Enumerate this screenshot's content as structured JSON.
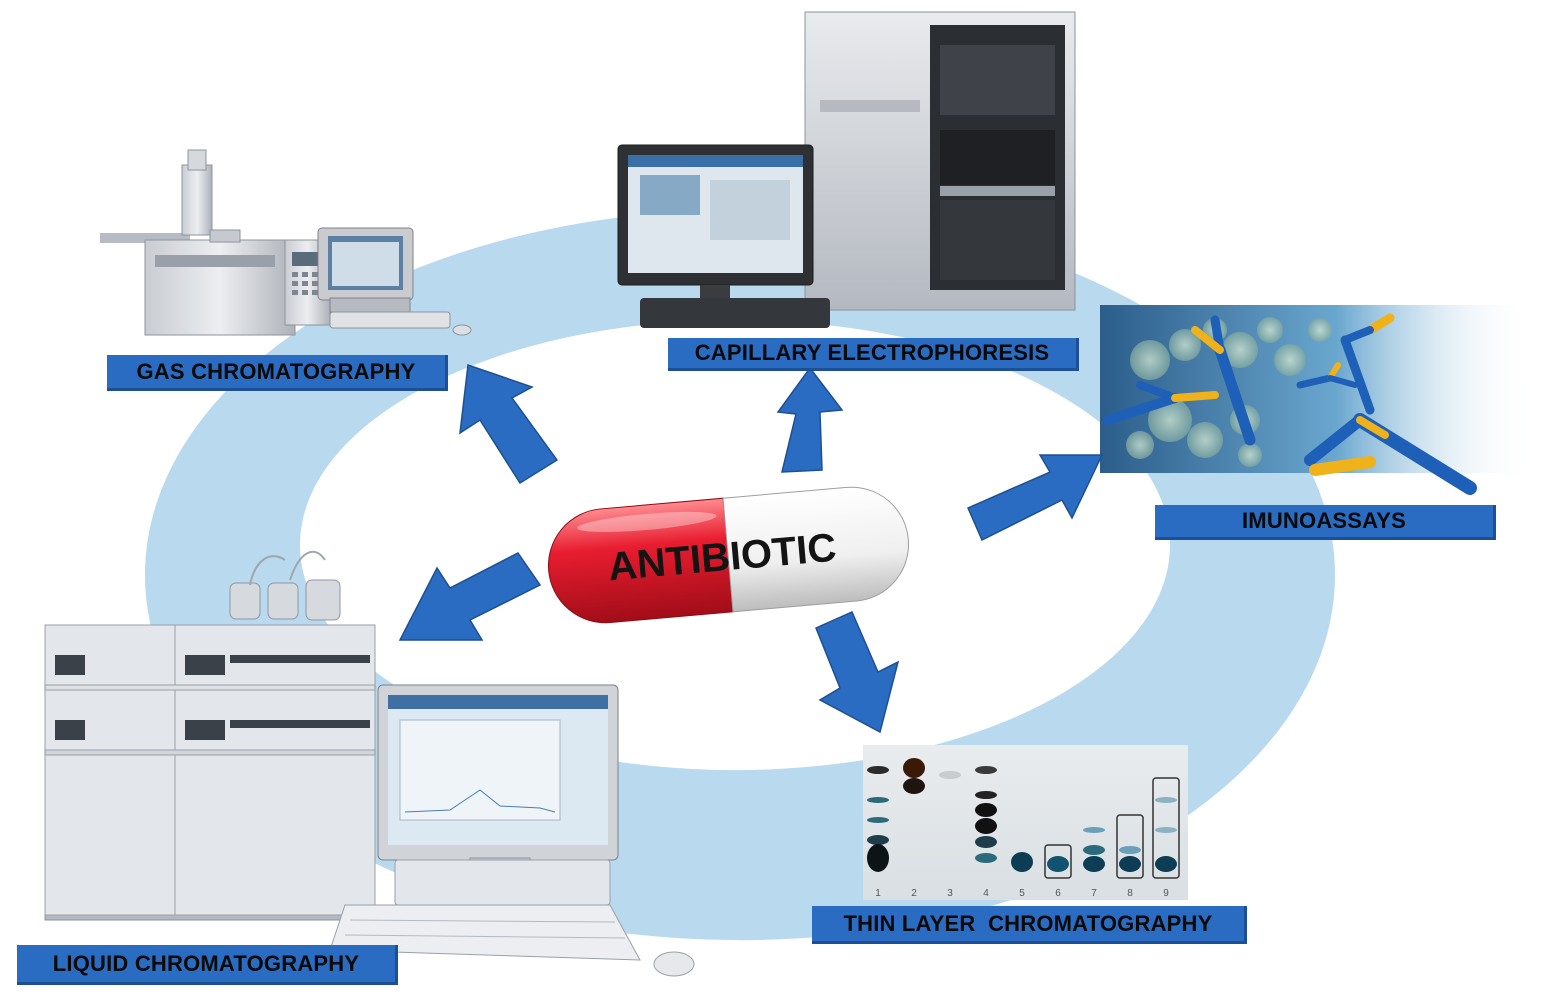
{
  "center": {
    "text": "ANTIBIOTIC"
  },
  "methods": [
    {
      "id": "gas",
      "label": "GAS CHROMATOGRAPHY",
      "icon": "gas-chromatograph-icon"
    },
    {
      "id": "capillary",
      "label": "CAPILLARY ELECTROPHORESIS",
      "icon": "capillary-electrophoresis-instrument-icon"
    },
    {
      "id": "immuno",
      "label": "IMUNOASSAYS",
      "icon": "antibody-icon"
    },
    {
      "id": "tlc",
      "label": "THIN LAYER  CHROMATOGRAPHY",
      "icon": "tlc-plate-icon"
    },
    {
      "id": "liquid",
      "label": "LIQUID CHROMATOGRAPHY",
      "icon": "hplc-system-icon"
    }
  ],
  "tlc_lanes": [
    "1",
    "2",
    "3",
    "4",
    "5",
    "6",
    "7",
    "8",
    "9"
  ],
  "colors": {
    "ring": "#b9d9ef",
    "arrow": "#2a6cc2",
    "label_bg": "#2a6cc2",
    "pill_red": "#e0182c",
    "pill_white": "#f4f4f4"
  }
}
